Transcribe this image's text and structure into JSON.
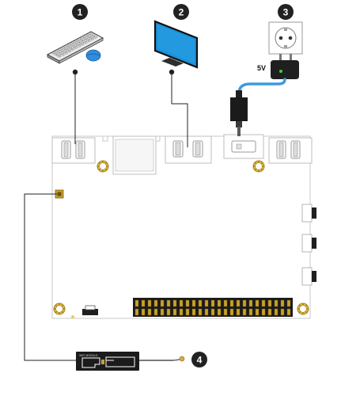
{
  "steps": [
    {
      "number": "1",
      "device": "keyboard-and-mouse"
    },
    {
      "number": "2",
      "device": "monitor"
    },
    {
      "number": "3",
      "device": "power-outlet"
    },
    {
      "number": "4",
      "device": "antenna"
    }
  ],
  "power_adapter": {
    "voltage_label": "5V"
  },
  "module": {
    "label": "WIFI MODULE"
  },
  "colors": {
    "marker": "#222222",
    "board_outline": "#c9c9c9",
    "cable_blue": "#3d9be0",
    "header_pin": "#c8a22a",
    "header_base": "#1b1b1b",
    "screen_blue": "#1c8fd6",
    "mouse_blue": "#2f8de0",
    "led_green": "#3bd23b"
  }
}
